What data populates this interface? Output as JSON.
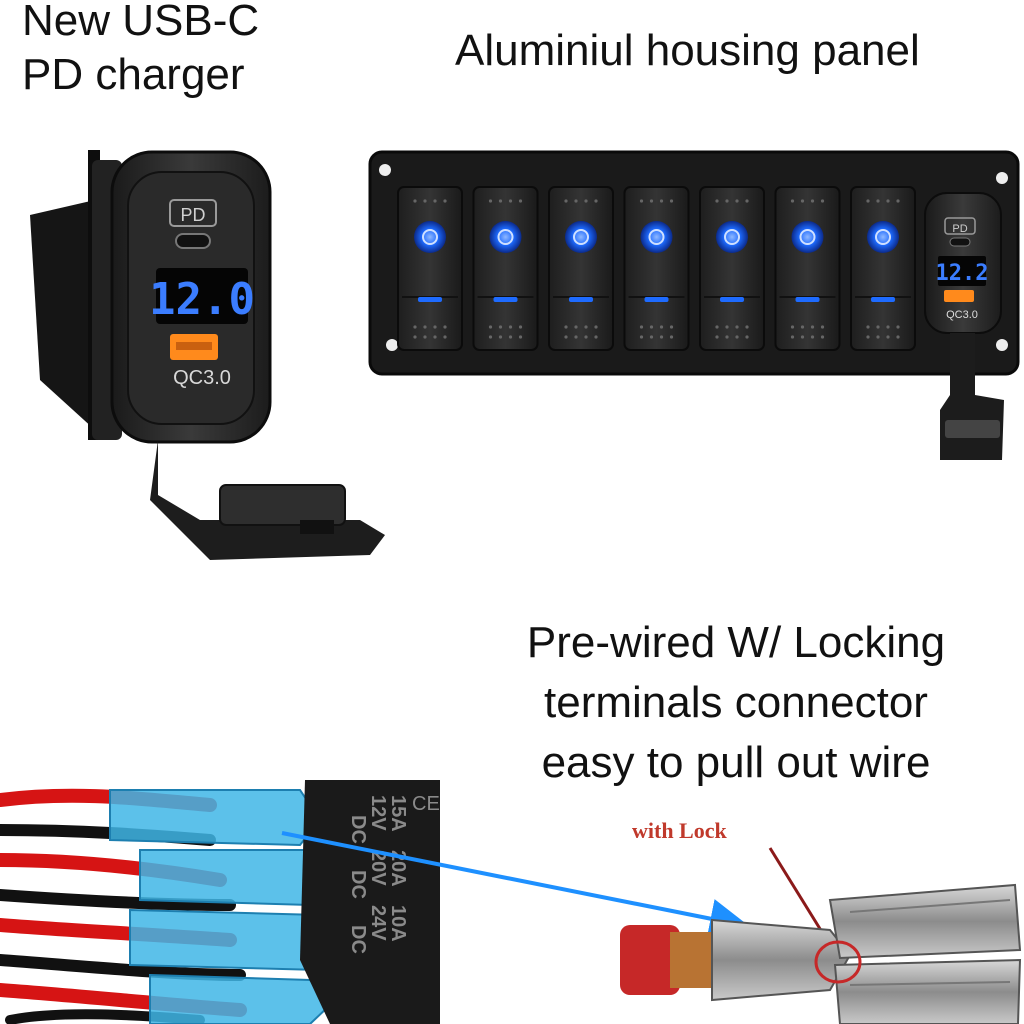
{
  "captions": {
    "usb_charger": [
      "New USB-C",
      "PD  charger"
    ],
    "panel": "Aluminiul housing panel",
    "wiring": [
      "Pre-wired  W/ Locking",
      "terminals connector",
      "easy to pull out wire"
    ]
  },
  "charger": {
    "pd_label": "PD",
    "voltage": "12.0",
    "qc_label": "QC3.0"
  },
  "panel_charger": {
    "pd_label": "PD",
    "voltage": "12.2",
    "qc_label": "QC3.0"
  },
  "panel": {
    "switch_count": 7,
    "led_color": "#1e6bff"
  },
  "relay": {
    "markings": [
      "15A",
      "12V",
      "DC",
      "20A",
      "20V",
      "DC",
      "10A",
      "24V",
      "DC"
    ]
  },
  "terminal": {
    "lock_label": "with Lock"
  },
  "colors": {
    "arrow": "#1e90ff",
    "lock_text": "#c0392b",
    "lock_circle": "#c62828",
    "display_blue": "#3b7dff",
    "usb_orange": "#ff8a1c"
  }
}
